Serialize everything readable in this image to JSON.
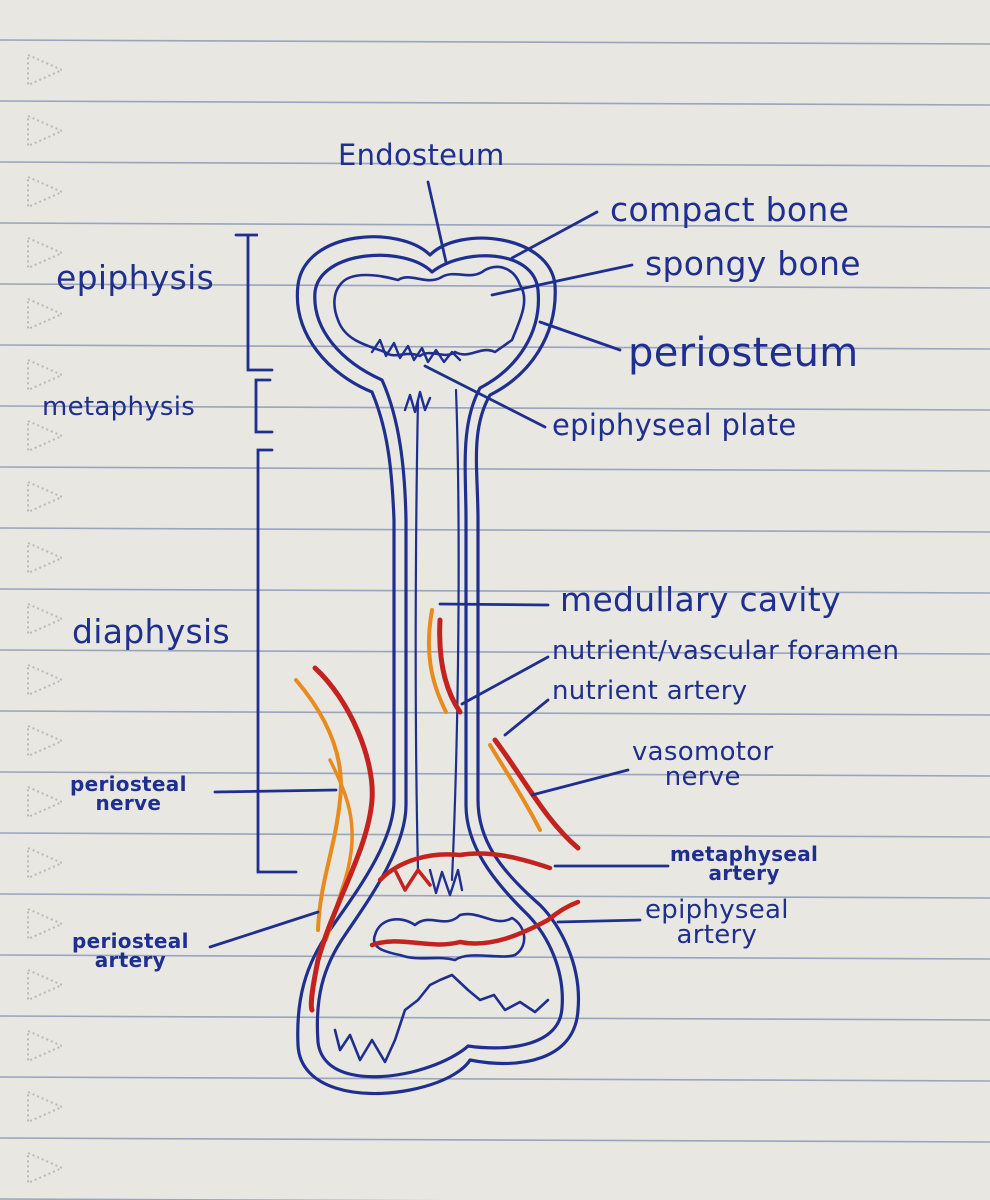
{
  "colors": {
    "paper": "#e9e7e2",
    "rule_line": "#7f8fb0",
    "ink_blue": "#1f2f8f",
    "artery_red": "#c4221f",
    "nerve_orange": "#e88b1e",
    "margin_triangle": "#b9b9b9"
  },
  "labels": {
    "endosteum": "Endosteum",
    "compact_bone": "compact bone",
    "spongy_bone": "spongy bone",
    "periosteum": "periosteum",
    "epiphyseal_plate": "epiphyseal plate",
    "medullary_cavity": "medullary cavity",
    "nutrient_foramen": "nutrient/vascular foramen",
    "nutrient_artery": "nutrient artery",
    "vasomotor_nerve_1": "vasomotor",
    "vasomotor_nerve_2": "nerve",
    "metaphyseal_artery_1": "metaphyseal",
    "metaphyseal_artery_2": "artery",
    "epiphyseal_artery_1": "epiphyseal",
    "epiphyseal_artery_2": "artery",
    "periosteal_nerve_1": "periosteal",
    "periosteal_nerve_2": "nerve",
    "periosteal_artery_1": "periosteal",
    "periosteal_artery_2": "artery"
  },
  "regions": {
    "epiphysis": "epiphysis",
    "metaphysis": "metaphysis",
    "diaphysis": "diaphysis"
  }
}
